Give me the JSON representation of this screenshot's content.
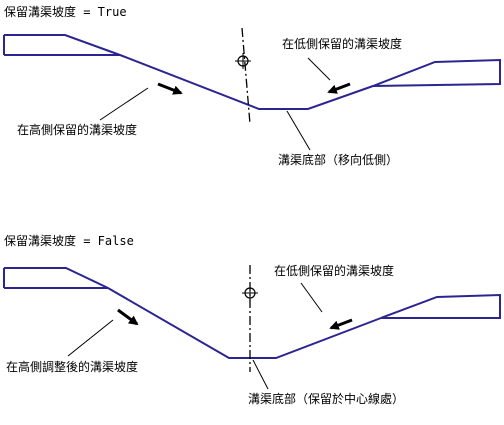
{
  "panels": [
    {
      "heading": "保留溝渠坡度 = True",
      "label_left_slope": "在高側保留的溝渠坡度",
      "label_right_slope": "在低側保留的溝渠坡度",
      "label_bottom": "溝渠底部（移向低側）"
    },
    {
      "heading": "保留溝渠坡度 = False",
      "label_left_slope": "在高側調整後的溝渠坡度",
      "label_right_slope": "在低側保留的溝渠坡度",
      "label_bottom": "溝渠底部（保留於中心線處）"
    }
  ],
  "colors": {
    "profile_line": "#2b2591",
    "annotation": "#000000"
  },
  "icons": [
    "centerline-dash-dot",
    "centerline-marker-crosshair",
    "direction-arrow"
  ]
}
